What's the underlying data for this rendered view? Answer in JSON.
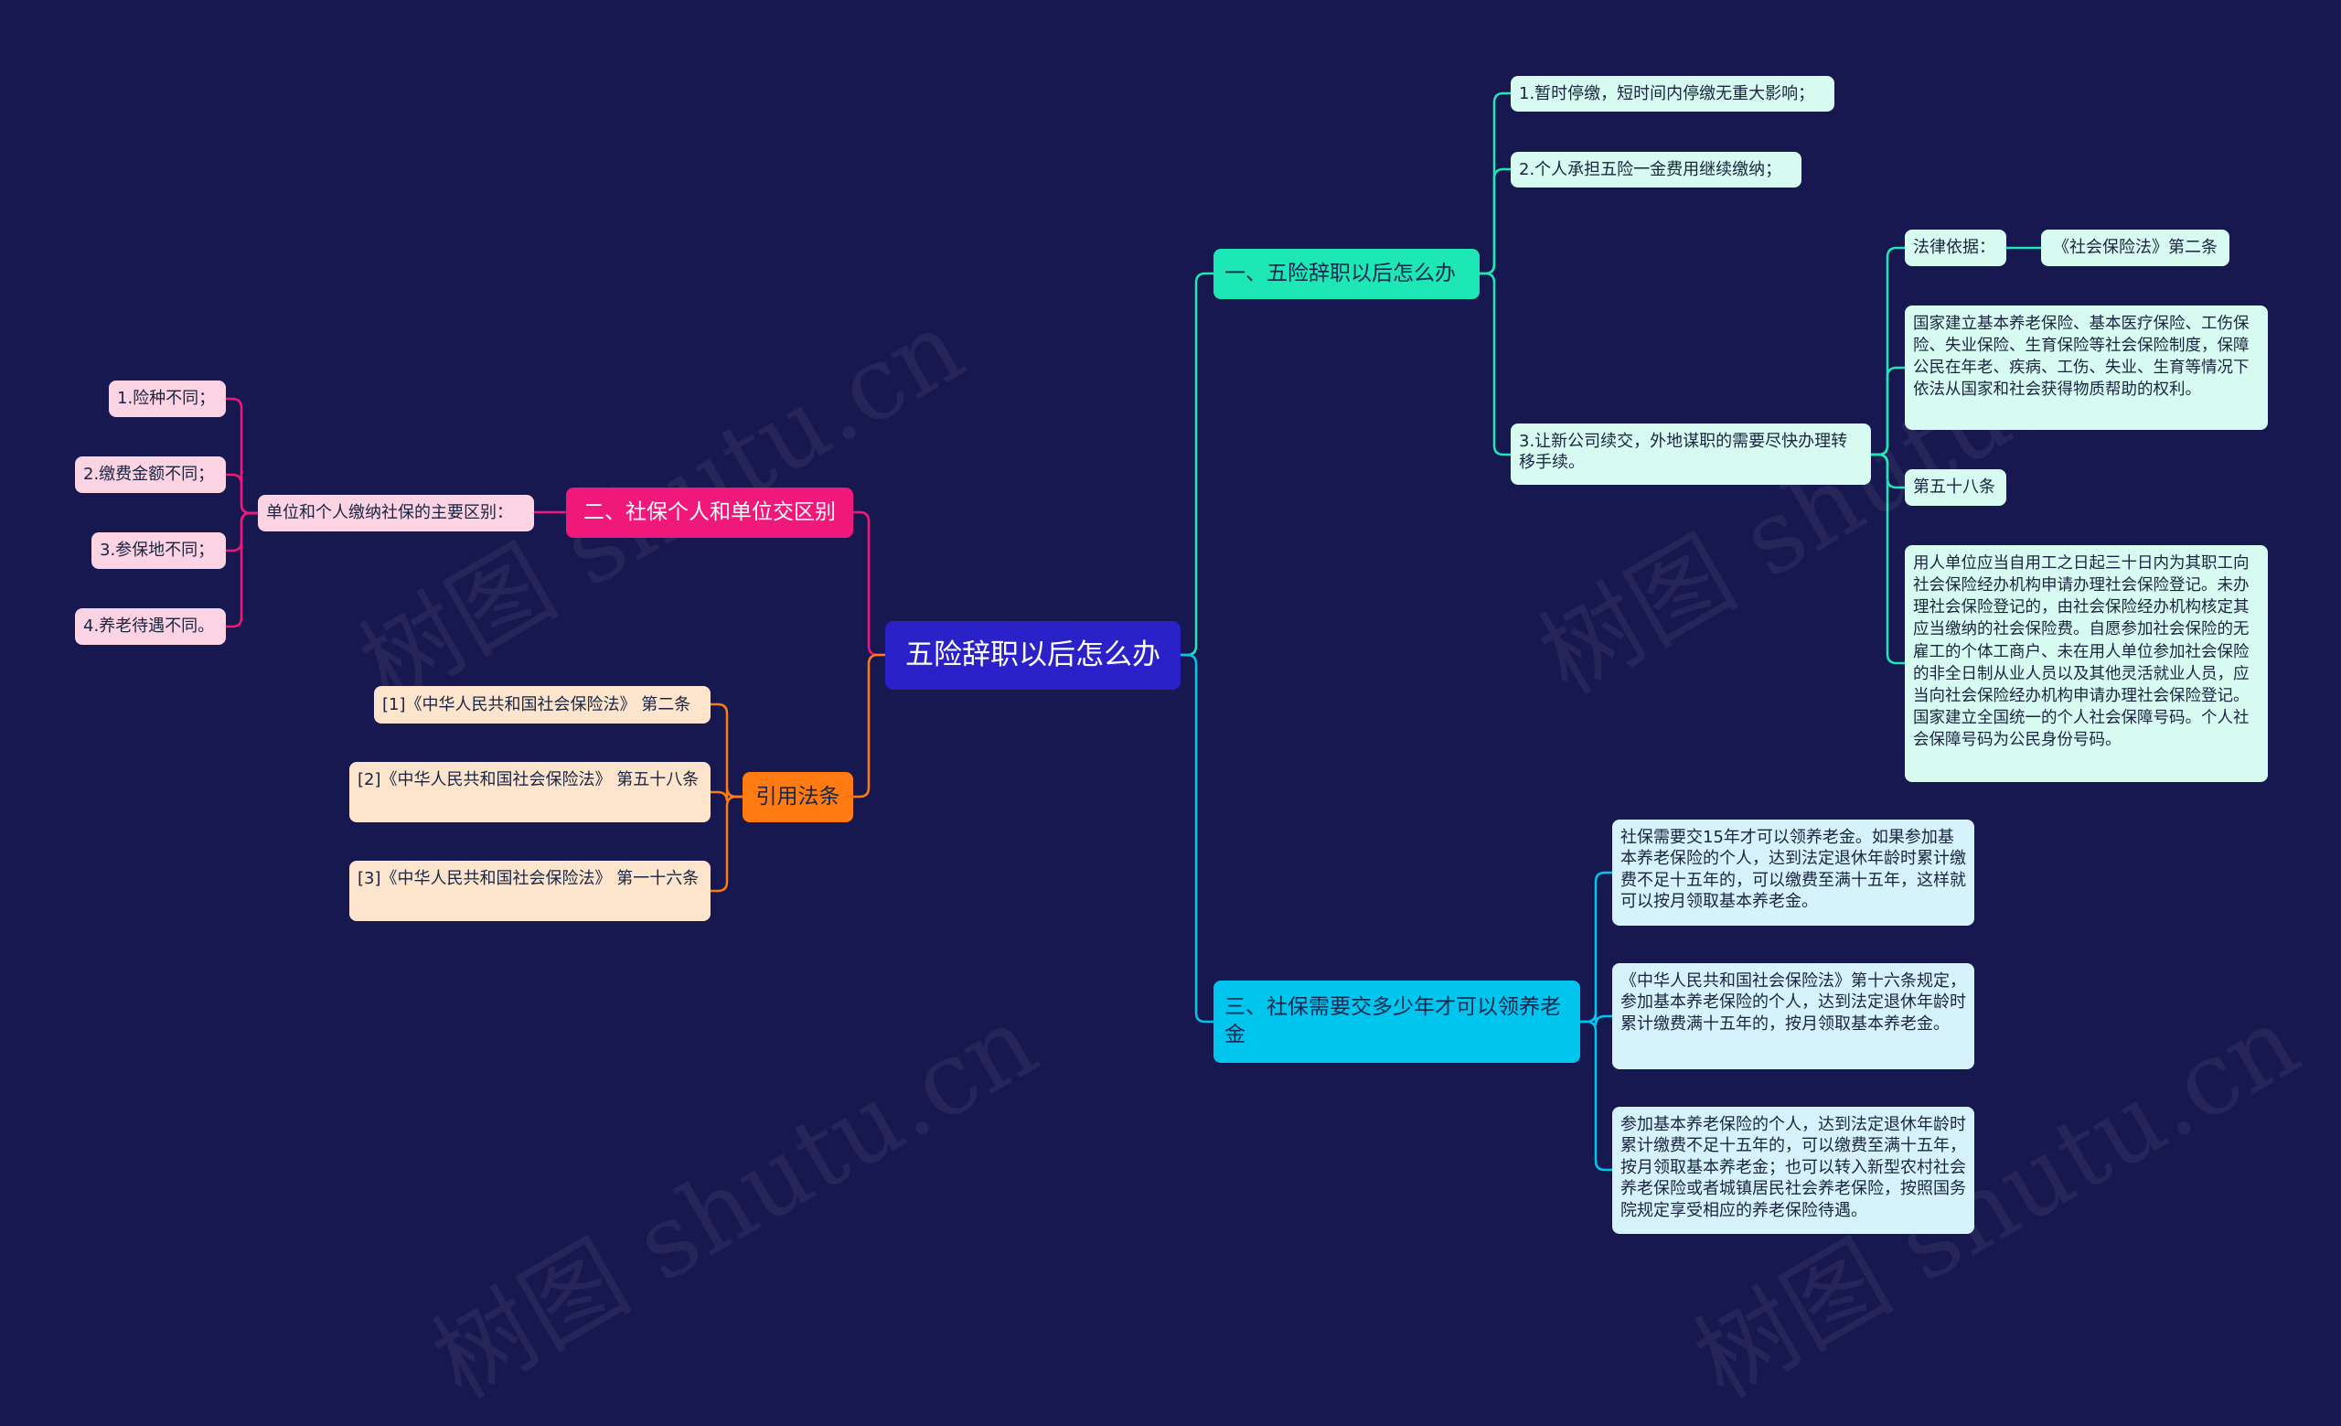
{
  "root": {
    "label": "五险辞职以后怎么办"
  },
  "branch1": {
    "label": "一、五险辞职以后怎么办",
    "items": [
      "1.暂时停缴，短时间内停缴无重大影响；",
      "2.个人承担五险一金费用继续缴纳；",
      "3.让新公司续交，外地谋职的需要尽快办理转移手续。"
    ],
    "law_label": "法律依据：",
    "law_ref": "《社会保险法》第二条",
    "law_text_1": "国家建立基本养老保险、基本医疗保险、工伤保险、失业保险、生育保险等社会保险制度，保障公民在年老、疾病、工伤、失业、生育等情况下依法从国家和社会获得物质帮助的权利。",
    "article_58": "第五十八条",
    "law_text_2": "用人单位应当自用工之日起三十日内为其职工向社会保险经办机构申请办理社会保险登记。未办理社会保险登记的，由社会保险经办机构核定其应当缴纳的社会保险费。自愿参加社会保险的无雇工的个体工商户、未在用人单位参加社会保险的非全日制从业人员以及其他灵活就业人员，应当向社会保险经办机构申请办理社会保险登记。国家建立全国统一的个人社会保障号码。个人社会保障号码为公民身份号码。"
  },
  "branch3": {
    "label": "三、社保需要交多少年才可以领养老金",
    "items": [
      "社保需要交15年才可以领养老金。如果参加基本养老保险的个人，达到法定退休年龄时累计缴费不足十五年的，可以缴费至满十五年，这样就可以按月领取基本养老金。",
      "《中华人民共和国社会保险法》第十六条规定，参加基本养老保险的个人，达到法定退休年龄时累计缴费满十五年的，按月领取基本养老金。",
      "参加基本养老保险的个人，达到法定退休年龄时累计缴费不足十五年的，可以缴费至满十五年，按月领取基本养老金；也可以转入新型农村社会养老保险或者城镇居民社会养老保险，按照国务院规定享受相应的养老保险待遇。"
    ]
  },
  "branch2": {
    "label": "二、社保个人和单位交区别",
    "sub_label": "单位和个人缴纳社保的主要区别：",
    "items": [
      "1.险种不同；",
      "2.缴费金额不同；",
      "3.参保地不同；",
      "4.养老待遇不同。"
    ]
  },
  "branch4": {
    "label": "引用法条",
    "items": [
      "[1]《中华人民共和国社会保险法》 第二条",
      "[2]《中华人民共和国社会保险法》 第五十八条",
      "[3]《中华人民共和国社会保险法》 第一十六条"
    ]
  },
  "colors": {
    "background": "#181850",
    "root": "#2a22c8",
    "branch1": "#1de8b5",
    "branch3": "#00c6ee",
    "branch2": "#f0187a",
    "branch4": "#ff7a10"
  }
}
